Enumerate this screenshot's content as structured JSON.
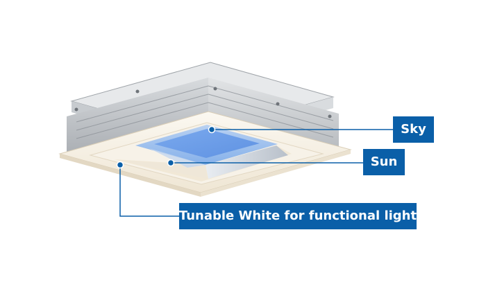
{
  "callouts": {
    "sky": "Sky",
    "sun": "Sun",
    "tunable_white": "Tunable White for functional light"
  },
  "colors": {
    "callout_background": "#0a5fa8",
    "callout_text": "#ffffff",
    "leader_line": "#0a5fa8",
    "sky_panel": "#8fb8ec",
    "frame": "#f5efe3",
    "housing": "#c9cdd1"
  }
}
